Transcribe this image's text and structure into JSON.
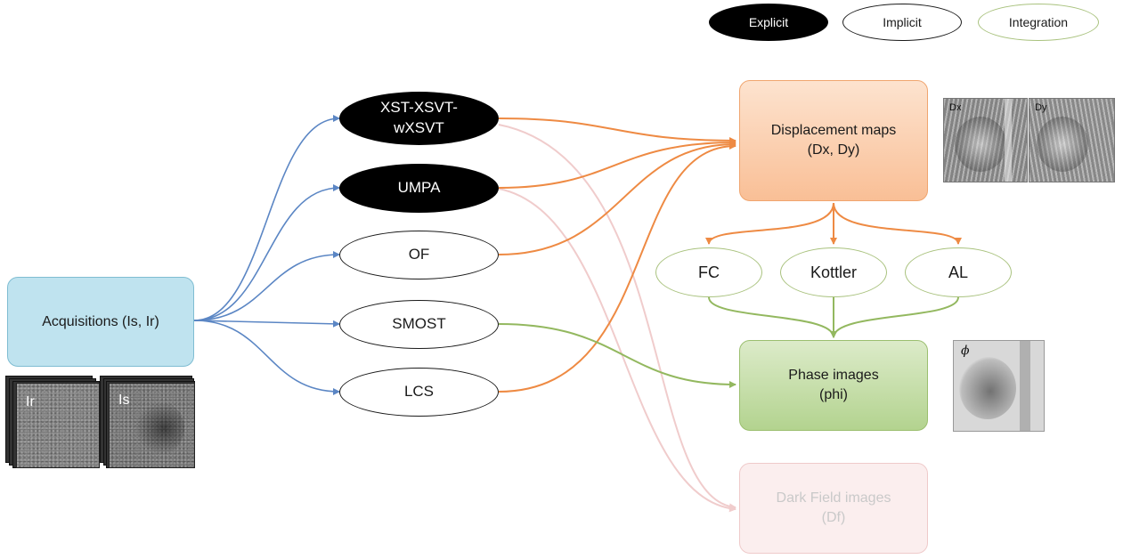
{
  "legend": {
    "explicit": "Explicit",
    "implicit": "Implicit",
    "integration": "Integration"
  },
  "nodes": {
    "acquisitions": "Acquisitions (Is, Ir)",
    "xst": "XST-XSVT-\nwXSVT",
    "umpa": "UMPA",
    "of": "OF",
    "smost": "SMOST",
    "lcs": "LCS",
    "displacement": "Displacement maps\n(Dx, Dy)",
    "fc": "FC",
    "kottler": "Kottler",
    "al": "AL",
    "phase": "Phase images\n(phi)",
    "darkfield": "Dark Field images\n(Df)"
  },
  "thumbnails": {
    "ir": "Ir",
    "is": "Is",
    "dx": "Dx",
    "dy": "Dy",
    "phi": "ϕ"
  },
  "colors": {
    "blue_edge": "#5b86c4",
    "orange_edge": "#ee8a43",
    "green_edge": "#93b85f",
    "pink_edge": "#f0cccc"
  }
}
